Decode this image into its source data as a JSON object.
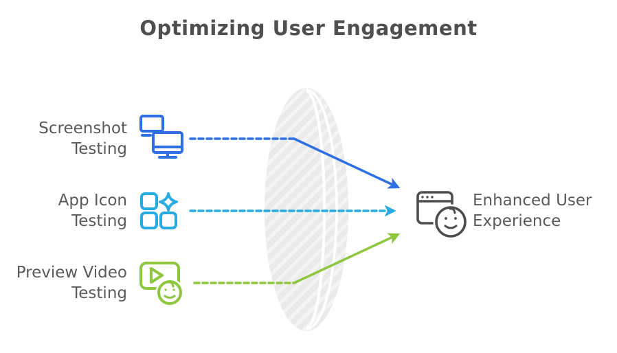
{
  "title": "Optimizing User Engagement",
  "inputs": [
    {
      "label": "Screenshot\nTesting",
      "icon": "dual-monitors-icon",
      "color": "#2f6fe4"
    },
    {
      "label": "App Icon\nTesting",
      "icon": "app-grid-sparkle-icon",
      "color": "#29abe2"
    },
    {
      "label": "Preview Video\nTesting",
      "icon": "video-player-smiley-icon",
      "color": "#8ec63f"
    }
  ],
  "output": {
    "label": "Enhanced User\nExperience",
    "icon": "browser-smiley-icon",
    "color": "#4d4d4d"
  },
  "lens": {
    "shape": "vertical-lens",
    "fill": "#e9e9e9",
    "stripe_color": "#ffffff"
  },
  "palette": {
    "title_text": "#4f4f4f",
    "label_text": "#5a5a5a",
    "background": "#ffffff"
  }
}
